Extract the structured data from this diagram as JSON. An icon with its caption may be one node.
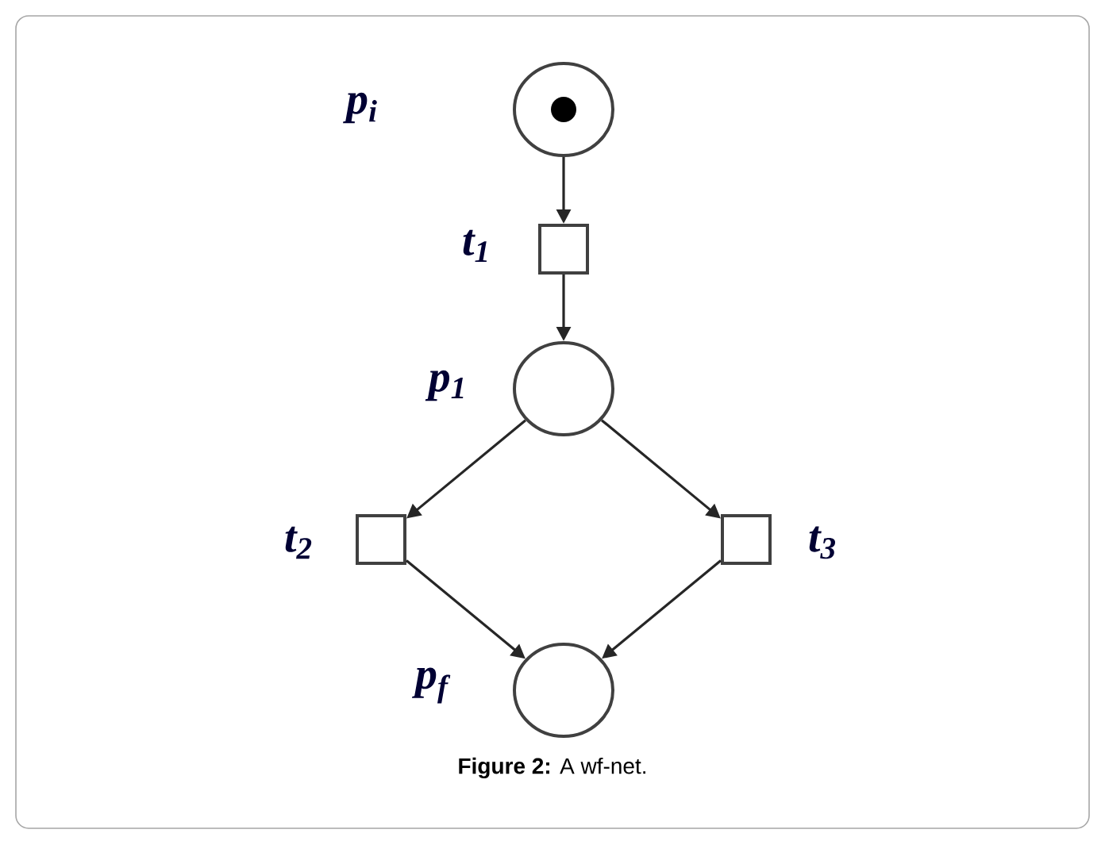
{
  "diagram": {
    "caption": "**Figure 2:** A wf-net.",
    "nodes": [
      {
        "text": [],
        "shape": "circle",
        "beside": [
          "p$_{i}$"
        ]
      },
      {
        "text": [],
        "shape": "box",
        "beside": [
          "t$_{1}$"
        ]
      },
      {
        "text": [],
        "shape": "circle",
        "beside": [
          "p$_{1}$"
        ]
      },
      {
        "text": [],
        "shape": "box",
        "beside": [
          "t$_{2}$"
        ]
      },
      {
        "text": [],
        "shape": "box",
        "beside": [
          "t$_{3}$"
        ]
      },
      {
        "text": [],
        "shape": "circle",
        "beside": [
          "p$_{f}$"
        ]
      }
    ],
    "edges": [
      {
        "from": 0,
        "to": 1,
        "arrow": "to"
      },
      {
        "from": 1,
        "to": 2,
        "arrow": "to"
      },
      {
        "from": 2,
        "to": 3,
        "arrow": "to"
      },
      {
        "from": 2,
        "to": 4,
        "arrow": "to"
      },
      {
        "from": 3,
        "to": 5,
        "arrow": "to"
      },
      {
        "from": 4,
        "to": 5,
        "arrow": "to"
      }
    ]
  }
}
